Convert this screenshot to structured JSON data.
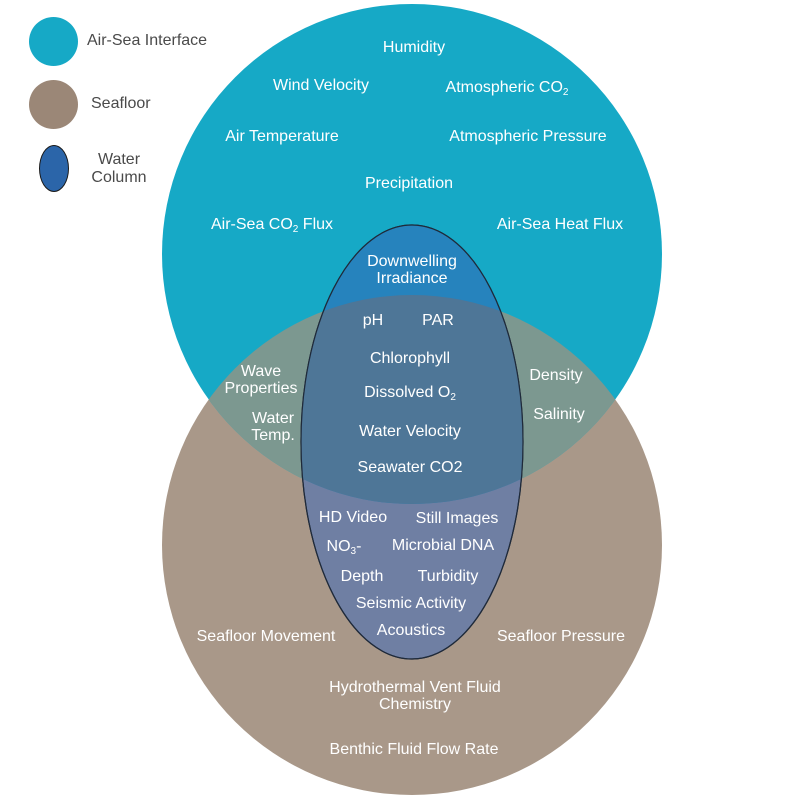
{
  "legend": [
    {
      "label": "Air-Sea Interface",
      "color": "#16a9c6"
    },
    {
      "label": "Seafloor",
      "color": "#9b8777"
    },
    {
      "label": "Water Column",
      "color": "#2b65a9"
    }
  ],
  "colors": {
    "air_sea": "#16a9c6",
    "seafloor": "#a99889",
    "air_sea_overlap": "#7c9890",
    "water_column_top": "#2683bd",
    "water_column_middle": "#4e7697",
    "water_column_bottom": "#6f7fa3"
  },
  "air_sea_interface": {
    "humidity": "Humidity",
    "wind_velocity": "Wind Velocity",
    "atmospheric_co2": "Atmospheric CO",
    "air_temperature": "Air Temperature",
    "atmospheric_pressure": "Atmospheric Pressure",
    "precipitation": "Precipitation",
    "air_sea_co2_flux_pre": "Air-Sea CO",
    "air_sea_co2_flux_post": " Flux",
    "air_sea_heat_flux": "Air-Sea Heat Flux",
    "subscript_2": "2"
  },
  "air_sea_water_column": {
    "downwelling_line1": "Downwelling",
    "downwelling_line2": "Irradiance"
  },
  "air_sea_seafloor": {
    "wave_line1": "Wave",
    "wave_line2": "Properties",
    "water_temp_line1": "Water",
    "water_temp_line2": "Temp.",
    "density": "Density",
    "salinity": "Salinity"
  },
  "all_three": {
    "ph": "pH",
    "par": "PAR",
    "chlorophyll": "Chlorophyll",
    "dissolved_o2": "Dissolved O",
    "water_velocity": "Water Velocity",
    "seawater_co2": "Seawater CO2"
  },
  "water_column_seafloor": {
    "hd_video": "HD Video",
    "still_images": "Still Images",
    "no3_pre": "NO",
    "no3_sub": "3",
    "no3_post": "-",
    "microbial_dna": "Microbial DNA",
    "depth": "Depth",
    "turbidity": "Turbidity",
    "seismic_activity": "Seismic Activity",
    "acoustics": "Acoustics"
  },
  "seafloor": {
    "seafloor_movement": "Seafloor Movement",
    "seafloor_pressure": "Seafloor Pressure",
    "vent_fluid_line1": "Hydrothermal Vent Fluid",
    "vent_fluid_line2": "Chemistry",
    "benthic_flow": "Benthic Fluid Flow Rate"
  }
}
